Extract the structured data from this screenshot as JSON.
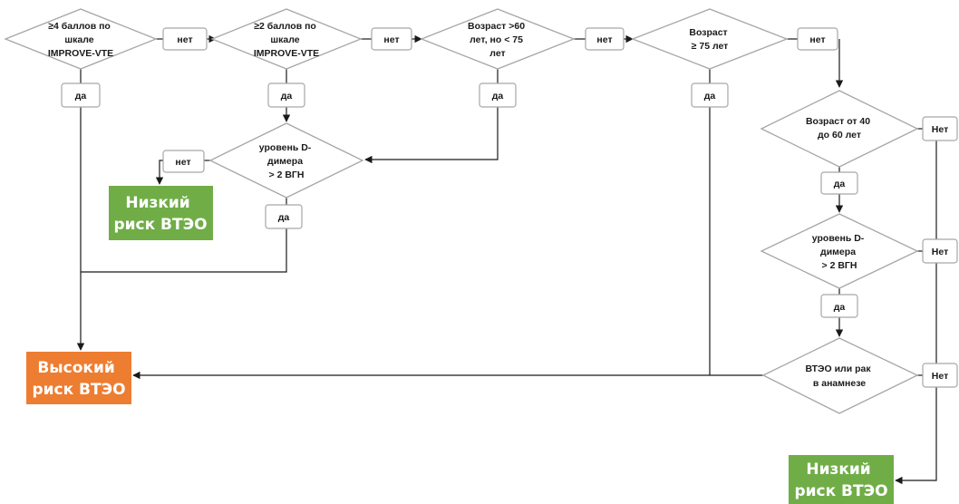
{
  "colors": {
    "green": "#70ad47",
    "orange": "#ed7d31",
    "stroke": "#a6a6a6",
    "line": "#1a1a1a"
  },
  "diamonds": {
    "improve4": [
      "≥4 баллов по",
      "шкале",
      "IMPROVE-VTE"
    ],
    "improve2": [
      "≥2 баллов по",
      "шкале",
      "IMPROVE-VTE"
    ],
    "age60_75": [
      "Возраст >60",
      "лет, но < 75",
      "лет"
    ],
    "age75": [
      "Возраст",
      "≥ 75 лет"
    ],
    "ddimer_left": [
      "уровень D-",
      "димера",
      "> 2 ВГН"
    ],
    "age40_60": [
      "Возраст от 40",
      "до 60 лет"
    ],
    "ddimer_right": [
      "уровень D-",
      "димера",
      "> 2 ВГН"
    ],
    "vteo_cancer": [
      "ВТЭО или рак",
      "в анамнезе"
    ]
  },
  "labels": {
    "net1": "нет",
    "net2": "нет",
    "net3": "нет",
    "net4": "нет",
    "da1": "да",
    "da2": "да",
    "da3": "да",
    "da4": "да",
    "net_ddimer_left": "нет",
    "da_ddimer_left": "да",
    "Net_age40": "Нет",
    "da_age40": "да",
    "Net_ddimer_right": "Нет",
    "da_ddimer_right": "да",
    "Net_vteo": "Нет"
  },
  "outcomes": {
    "low_left": [
      "Низкий",
      "риск ВТЭО"
    ],
    "high": [
      "Высокий",
      "риск ВТЭО"
    ],
    "low_right": [
      "Низкий",
      "риск ВТЭО"
    ]
  }
}
